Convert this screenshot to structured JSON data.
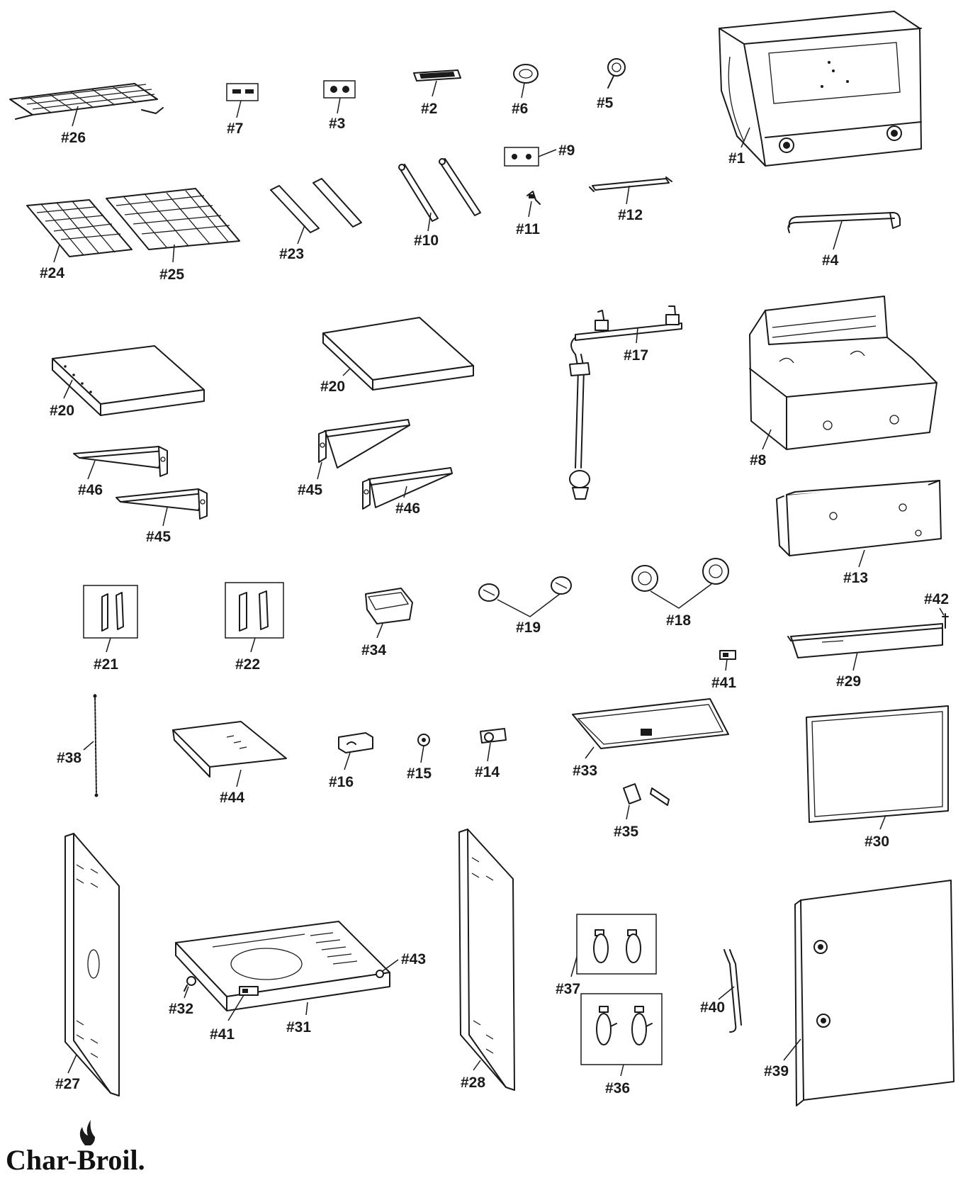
{
  "brand": {
    "text": "Char-Broil."
  },
  "labels": {
    "p1": "#1",
    "p2": "#2",
    "p3": "#3",
    "p4": "#4",
    "p5": "#5",
    "p6": "#6",
    "p7": "#7",
    "p8": "#8",
    "p9": "#9",
    "p10": "#10",
    "p11": "#11",
    "p12": "#12",
    "p13": "#13",
    "p14": "#14",
    "p15": "#15",
    "p16": "#16",
    "p17": "#17",
    "p18": "#18",
    "p19": "#19",
    "p20a": "#20",
    "p20b": "#20",
    "p21": "#21",
    "p22": "#22",
    "p23": "#23",
    "p24": "#24",
    "p25": "#25",
    "p26": "#26",
    "p27": "#27",
    "p28": "#28",
    "p29": "#29",
    "p30": "#30",
    "p31": "#31",
    "p32": "#32",
    "p33": "#33",
    "p34": "#34",
    "p35": "#35",
    "p36": "#36",
    "p37": "#37",
    "p38": "#38",
    "p39": "#39",
    "p40": "#40",
    "p41a": "#41",
    "p41b": "#41",
    "p42": "#42",
    "p43": "#43",
    "p44": "#44",
    "p45a": "#45",
    "p45b": "#45",
    "p46a": "#46",
    "p46b": "#46"
  }
}
